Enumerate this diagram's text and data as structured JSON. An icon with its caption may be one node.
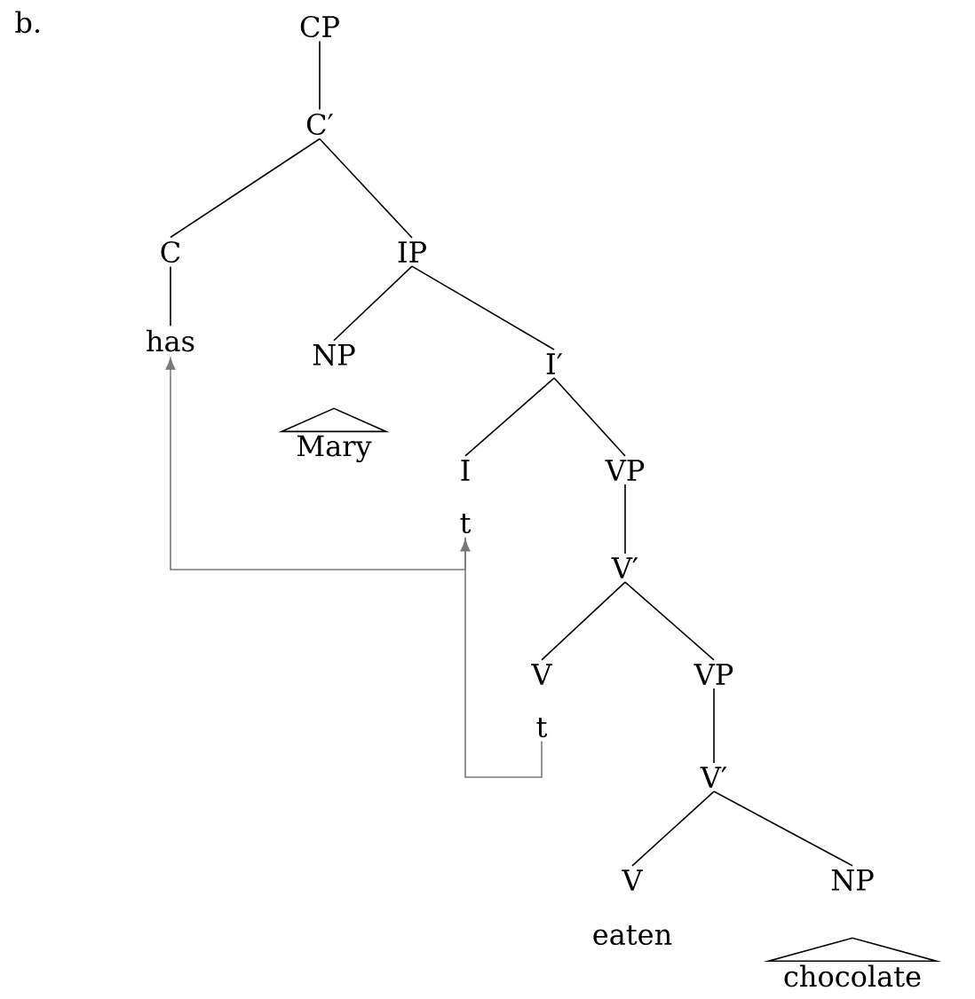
{
  "diagram": {
    "nodes": [
      {
        "text": [
          "CP"
        ]
      },
      {
        "text": [
          "C′"
        ]
      },
      {
        "text": [
          "C"
        ]
      },
      {
        "text": [
          "IP"
        ]
      },
      {
        "text": [
          "has"
        ]
      },
      {
        "text": [
          "NP"
        ]
      },
      {
        "text": [
          "Mary"
        ]
      },
      {
        "text": [
          "I′"
        ]
      },
      {
        "text": [
          "I"
        ]
      },
      {
        "text": [
          "t"
        ]
      },
      {
        "text": [
          "VP"
        ]
      },
      {
        "text": [
          "V′"
        ]
      },
      {
        "text": [
          "V"
        ]
      },
      {
        "text": [
          "t"
        ]
      },
      {
        "text": [
          "VP"
        ]
      },
      {
        "text": [
          "V′"
        ]
      },
      {
        "text": [
          "V"
        ]
      },
      {
        "text": [
          "eaten"
        ]
      },
      {
        "text": [
          "NP"
        ]
      },
      {
        "text": [
          "chocolate"
        ]
      }
    ],
    "edges": [
      {
        "from": 0,
        "to": 1,
        "arrow": "none"
      },
      {
        "from": 1,
        "to": 2,
        "arrow": "none"
      },
      {
        "from": 1,
        "to": 3,
        "arrow": "none"
      },
      {
        "from": 2,
        "to": 4,
        "arrow": "none"
      },
      {
        "from": 3,
        "to": 5,
        "arrow": "none"
      },
      {
        "from": 3,
        "to": 7,
        "arrow": "none"
      },
      {
        "from": 5,
        "to": 6,
        "arrow": "none"
      },
      {
        "from": 7,
        "to": 8,
        "arrow": "none"
      },
      {
        "from": 7,
        "to": 10,
        "arrow": "none"
      },
      {
        "from": 10,
        "to": 11,
        "arrow": "none"
      },
      {
        "from": 11,
        "to": 12,
        "arrow": "none"
      },
      {
        "from": 11,
        "to": 14,
        "arrow": "none"
      },
      {
        "from": 14,
        "to": 15,
        "arrow": "none"
      },
      {
        "from": 15,
        "to": 16,
        "arrow": "none"
      },
      {
        "from": 15,
        "to": 18,
        "arrow": "none"
      },
      {
        "from": 18,
        "to": 19,
        "arrow": "none"
      },
      {
        "from": 13,
        "to": 9,
        "arrow": "to",
        "color": "#7a7a7a"
      },
      {
        "from": 9,
        "to": 4,
        "arrow": "to",
        "color": "#7a7a7a"
      }
    ],
    "labels": [
      "b."
    ]
  }
}
